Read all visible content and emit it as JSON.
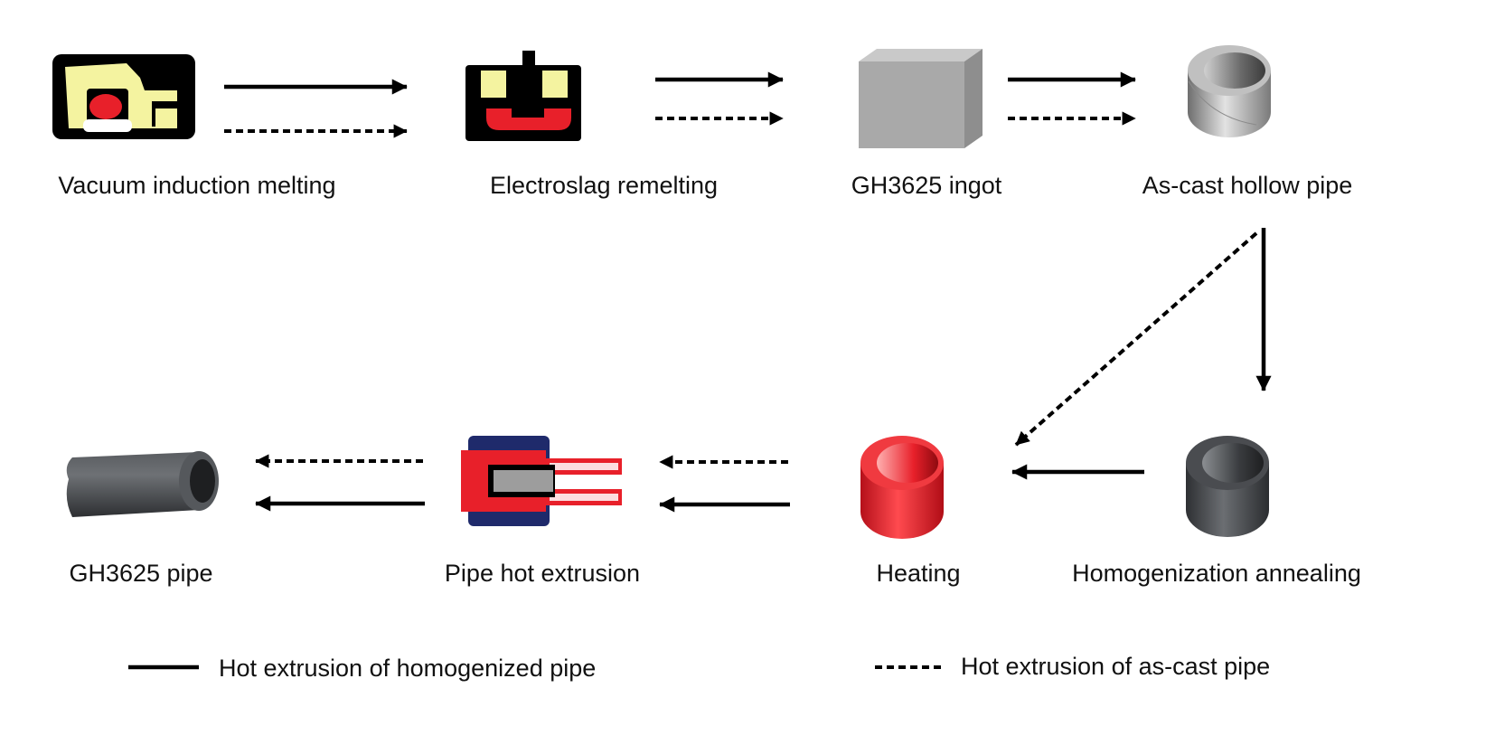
{
  "steps": {
    "vim": "Vacuum induction melting",
    "esr": "Electroslag remelting",
    "ingot": "GH3625 ingot",
    "ascast": "As-cast hollow pipe",
    "anneal": "Homogenization annealing",
    "heating": "Heating",
    "extrusion": "Pipe hot extrusion",
    "product": "GH3625 pipe"
  },
  "legend": {
    "solid_label": "Hot extrusion of homogenized pipe",
    "dashed_label": "Hot extrusion of as-cast pipe"
  },
  "colors": {
    "yellow": "#f4f3a0",
    "red": "#e8202a",
    "black": "#000000",
    "gray_cube": "#a9a9a9",
    "silver_pipe": "#b0b0b0",
    "dark_pipe": "#3f4144",
    "navy": "#1f2a6b",
    "heating_red": "#e8202a"
  }
}
